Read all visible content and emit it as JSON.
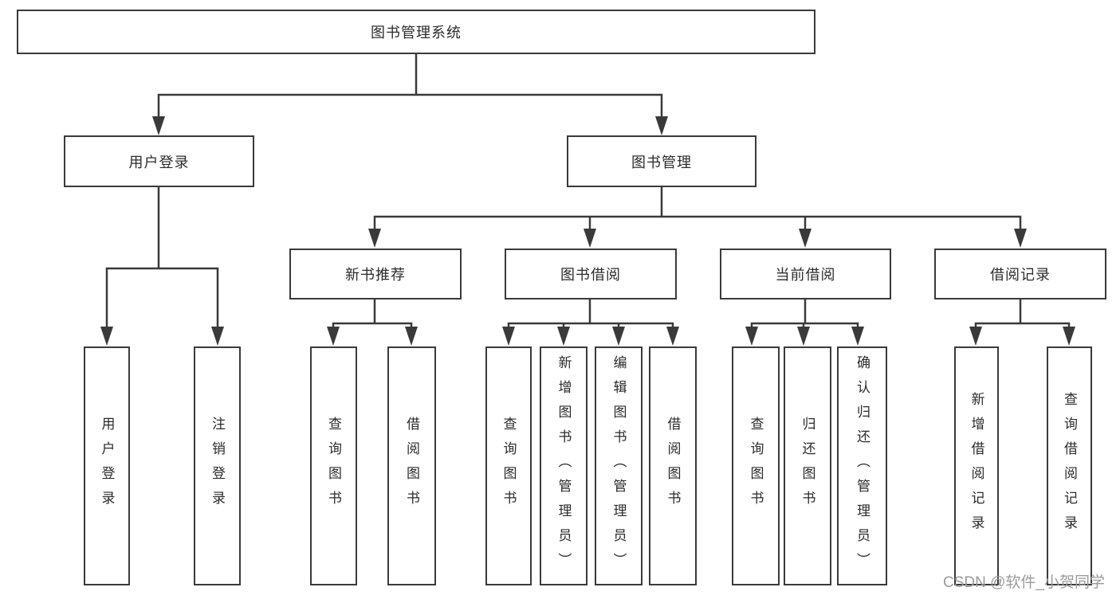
{
  "diagram": {
    "colors": {
      "line": "#3a3a3a",
      "box_border": "#3a3a3a",
      "text": "#2b2b2b",
      "background": "#ffffff",
      "watermark": "#9b9b9b"
    },
    "tree": {
      "label": "图书管理系统",
      "children": [
        {
          "label": "用户登录",
          "children": [
            {
              "label": "用户登录"
            },
            {
              "label": "注销登录"
            }
          ]
        },
        {
          "label": "图书管理",
          "children": [
            {
              "label": "新书推荐",
              "children": [
                {
                  "label": "查询图书"
                },
                {
                  "label": "借阅图书"
                }
              ]
            },
            {
              "label": "图书借阅",
              "children": [
                {
                  "label": "查询图书"
                },
                {
                  "label": "新增图书（管理员）"
                },
                {
                  "label": "编辑图书（管理员）"
                },
                {
                  "label": "借阅图书"
                }
              ]
            },
            {
              "label": "当前借阅",
              "children": [
                {
                  "label": "查询图书"
                },
                {
                  "label": "归还图书"
                },
                {
                  "label": "确认归还（管理员）"
                }
              ]
            },
            {
              "label": "借阅记录",
              "children": [
                {
                  "label": "新增借阅记录"
                },
                {
                  "label": "查询借阅记录"
                }
              ]
            }
          ]
        }
      ]
    },
    "watermark": {
      "text": "CSDN @软件_小贺同学"
    }
  }
}
